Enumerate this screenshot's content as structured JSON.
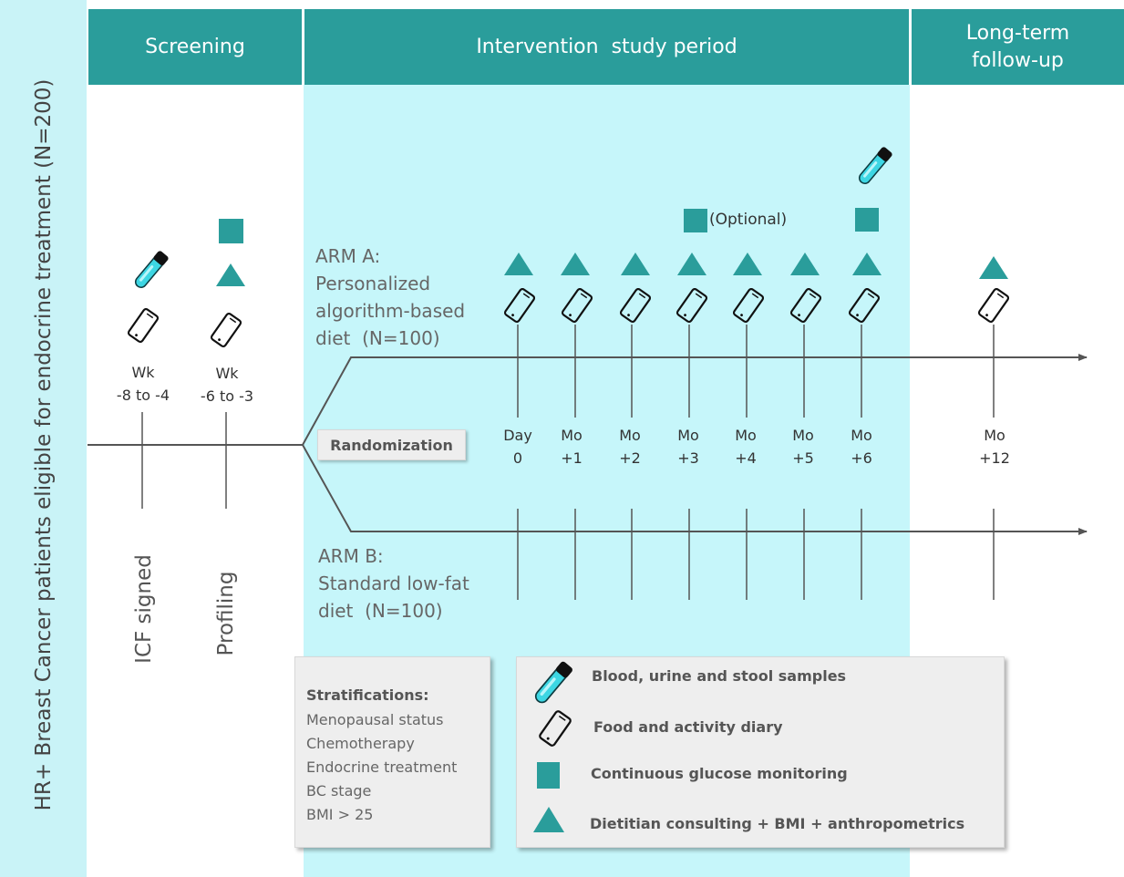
{
  "side_label": "HR+ Breast Cancer patients eligible for endocrine treatment (N=200)",
  "phases": {
    "screening": "Screening",
    "intervention": "Intervention  study period",
    "followup_line1": "Long-term",
    "followup_line2": "follow-up"
  },
  "arm_a": {
    "line1": "ARM A:",
    "line2": "Personalized",
    "line3": "algorithm-based",
    "line4": "diet  (N=100)"
  },
  "arm_b": {
    "line1": "ARM B:",
    "line2": "Standard low-fat",
    "line3": "diet  (N=100)"
  },
  "randomization": "Randomization",
  "screening_points": [
    {
      "line1": "Wk",
      "line2": "-8 to -4",
      "event": "ICF signed"
    },
    {
      "line1": "Wk",
      "line2": "-6 to -3",
      "event": "Profiling"
    }
  ],
  "timepoints": [
    {
      "line1": "Day",
      "line2": "0"
    },
    {
      "line1": "Mo",
      "line2": "+1"
    },
    {
      "line1": "Mo",
      "line2": "+2"
    },
    {
      "line1": "Mo",
      "line2": "+3"
    },
    {
      "line1": "Mo",
      "line2": "+4"
    },
    {
      "line1": "Mo",
      "line2": "+5"
    },
    {
      "line1": "Mo",
      "line2": "+6"
    },
    {
      "line1": "Mo",
      "line2": "+12"
    }
  ],
  "optional_label": "(Optional)",
  "stratifications": {
    "title": "Stratifications:",
    "items": [
      "Menopausal status",
      "Chemotherapy",
      "Endocrine treatment",
      "BC stage",
      "BMI > 25"
    ]
  },
  "legend": {
    "samples": "Blood, urine and stool samples",
    "diary": "Food and activity diary",
    "glucose": "Continuous glucose monitoring",
    "dietitian": "Dietitian consulting + BMI + anthropometrics"
  },
  "colors": {
    "teal": "#2a9d9b",
    "light_band": "#c6f6fa",
    "tube_liquid": "#3dd6e3",
    "line": "#555555"
  }
}
